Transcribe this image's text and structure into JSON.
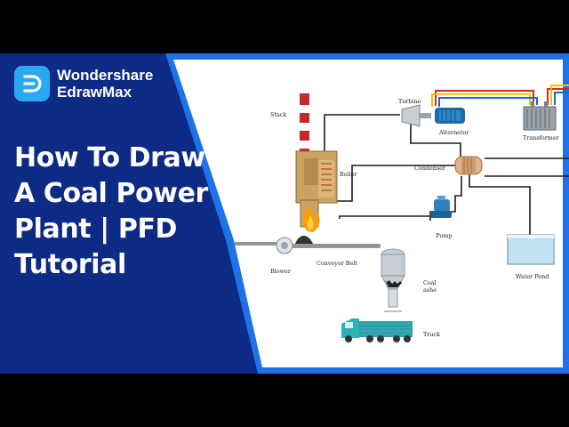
{
  "brand": {
    "name_line1": "Wondershare",
    "name_line2": "EdrawMax",
    "logo_icon": "edrawmax-logo-icon"
  },
  "headline": {
    "line1": "How To Draw",
    "line2": "A Coal Power",
    "line3": "Plant | PFD",
    "line4": "Tutorial"
  },
  "diagram": {
    "labels": {
      "stack": "Stack",
      "turbine": "Turbine",
      "alternator": "Alternetor",
      "transformer": "Transformer",
      "boiler": "Boiler",
      "condenser": "Condenser",
      "pump": "Pump",
      "water_pond": "Water Pond",
      "blower": "Blower",
      "conveyor_belt": "Conveyor Belt",
      "coal_ashe_1": "Coal",
      "coal_ashe_2": "ashe",
      "truck": "Truck"
    }
  },
  "colors": {
    "brand_blue": "#0d2a84",
    "accent_blue": "#1d72e8",
    "logo_blue": "#2aa8f2"
  }
}
